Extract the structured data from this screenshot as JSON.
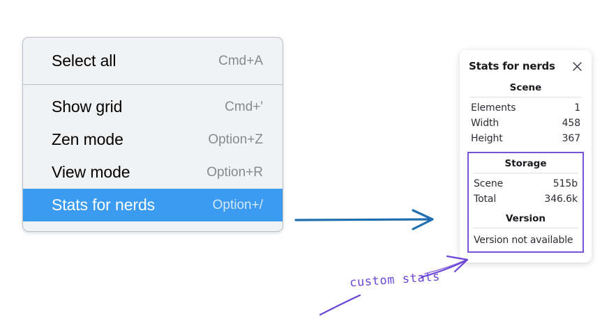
{
  "context_menu": {
    "name": "canvas-context-menu",
    "groups": [
      {
        "items": [
          {
            "label": "Select all",
            "shortcut": "Cmd+A",
            "selected": false
          }
        ]
      },
      {
        "items": [
          {
            "label": "Show grid",
            "shortcut": "Cmd+'",
            "selected": false
          },
          {
            "label": "Zen mode",
            "shortcut": "Option+Z",
            "selected": false
          },
          {
            "label": "View mode",
            "shortcut": "Option+R",
            "selected": false
          },
          {
            "label": "Stats for nerds",
            "shortcut": "Option+/",
            "selected": true
          }
        ]
      }
    ],
    "highlight_color": "#3b9bf0"
  },
  "stats_panel": {
    "title": "Stats for nerds",
    "close_icon": "close-icon",
    "scene": {
      "heading": "Scene",
      "rows": [
        {
          "key": "Elements",
          "value": "1"
        },
        {
          "key": "Width",
          "value": "458"
        },
        {
          "key": "Height",
          "value": "367"
        }
      ]
    },
    "storage": {
      "heading": "Storage",
      "rows": [
        {
          "key": "Scene",
          "value": "515b"
        },
        {
          "key": "Total",
          "value": "346.6k"
        }
      ]
    },
    "version": {
      "heading": "Version",
      "note": "Version not available"
    }
  },
  "annotations": {
    "flow_arrow_color": "#1f6fb0",
    "callout_color": "#6b46d6",
    "custom_stats_label": "custom stats"
  }
}
